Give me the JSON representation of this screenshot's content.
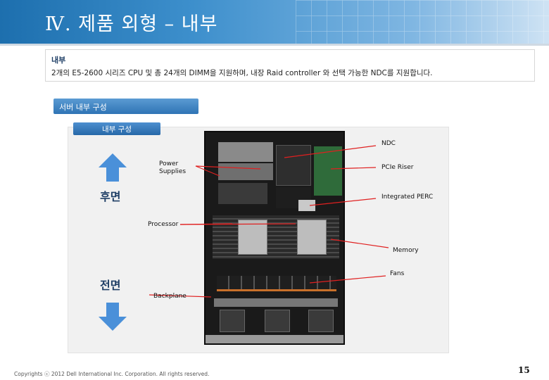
{
  "slide": {
    "title": "Ⅳ. 제품 외형 – 내부",
    "description_heading": "내부",
    "description_text": "2개의 E5-2600 시리즈 CPU 및 총 24개의 DIMM을 지원하며, 내장 Raid controller 와 선택 가능한 NDC를 지원합니다.",
    "section_tab": "서버 내부 구성",
    "panel_tab": "내부 구성",
    "rear_label": "후면",
    "front_label": "전면",
    "footer": "Copyrights ⓒ 2012 Dell International Inc. Corporation. All rights reserved.",
    "page_number": "15"
  },
  "callouts": {
    "ndc": "NDC",
    "power_supplies_line1": "Power",
    "power_supplies_line2": "Supplies",
    "pcie_riser": "PCIe Riser",
    "integrated_perc": "Integrated PERC",
    "processor": "Processor",
    "memory": "Memory",
    "fans": "Fans",
    "backplane": "Backplane"
  },
  "colors": {
    "banner_start": "#1d6fae",
    "tab_blue": "#2f74b5",
    "arrow_blue": "#4a90d9",
    "callout_line": "#e02020"
  },
  "icons": {
    "rear_arrow": "arrow-up-icon",
    "front_arrow": "arrow-down-icon"
  }
}
